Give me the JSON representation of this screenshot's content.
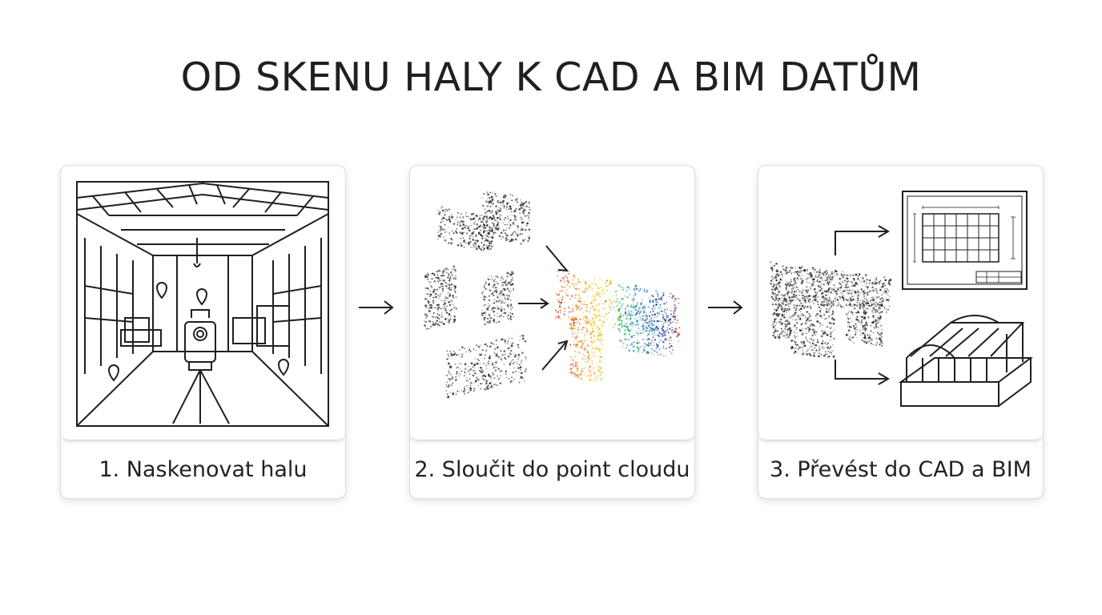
{
  "title": "OD SKENU HALY K CAD A BIM DATŮM",
  "steps": [
    {
      "label": "1. Naskenovat halu",
      "icon": "warehouse-scanner-icon"
    },
    {
      "label": "2. Sloučit do point cloudu",
      "icon": "point-cloud-icon"
    },
    {
      "label": "3. Převést do CAD a BIM",
      "icon": "cad-bim-icon"
    }
  ],
  "colors": {
    "point_cloud": [
      "#c0392b",
      "#e67e22",
      "#f1c40f",
      "#27ae60",
      "#2980b9",
      "#1f3a93"
    ],
    "line": "#1f1f1f"
  }
}
